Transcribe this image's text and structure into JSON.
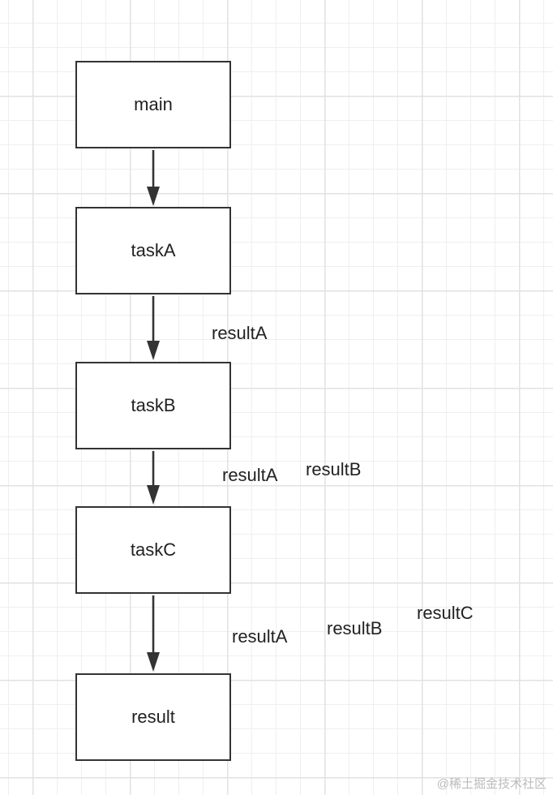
{
  "nodes": [
    "main",
    "taskA",
    "taskB",
    "taskC",
    "result"
  ],
  "edge_labels": {
    "a_to_b": [
      "resultA"
    ],
    "b_to_c": [
      "resultA",
      "resultB"
    ],
    "c_to_result": [
      "resultA",
      "resultB",
      "resultC"
    ]
  },
  "watermark": "@稀土掘金技术社区"
}
